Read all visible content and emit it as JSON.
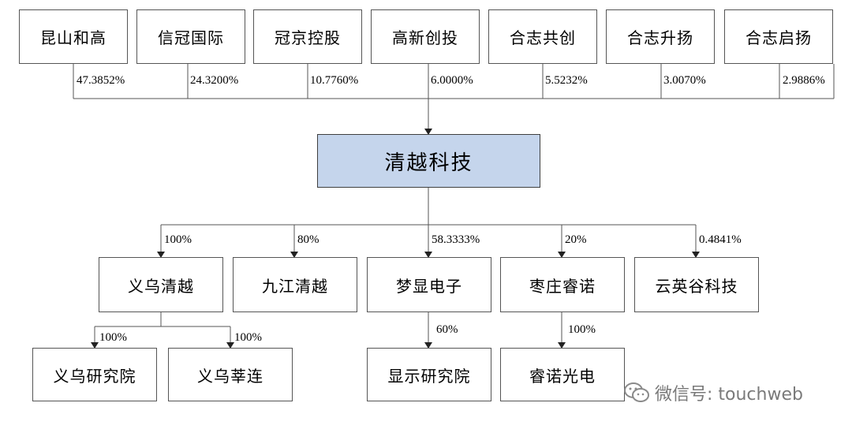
{
  "shareholders": [
    {
      "name": "昆山和高",
      "percent": "47.3852%"
    },
    {
      "name": "信冠国际",
      "percent": "24.3200%"
    },
    {
      "name": "冠京控股",
      "percent": "10.7760%"
    },
    {
      "name": "高新创投",
      "percent": "6.0000%"
    },
    {
      "name": "合志共创",
      "percent": "5.5232%"
    },
    {
      "name": "合志升扬",
      "percent": "3.0070%"
    },
    {
      "name": "合志启扬",
      "percent": "2.9886%"
    }
  ],
  "company": {
    "name": "清越科技"
  },
  "subsidiaries": [
    {
      "name": "义乌清越",
      "percent": "100%"
    },
    {
      "name": "九江清越",
      "percent": "80%"
    },
    {
      "name": "梦显电子",
      "percent": "58.3333%"
    },
    {
      "name": "枣庄睿诺",
      "percent": "20%"
    },
    {
      "name": "云英谷科技",
      "percent": "0.4841%"
    }
  ],
  "grandchildren": [
    {
      "name": "义乌研究院",
      "percent": "100%"
    },
    {
      "name": "义乌莘连",
      "percent": "100%"
    },
    {
      "name": "显示研究院",
      "percent": "60%"
    },
    {
      "name": "睿诺光电",
      "percent": "100%"
    }
  ],
  "watermark": {
    "text": "微信号: touchweb",
    "icon": "wechat-icon"
  },
  "colors": {
    "center_fill": "#c5d5ec",
    "line": "#555555",
    "watermark": "#7a7a7a"
  }
}
